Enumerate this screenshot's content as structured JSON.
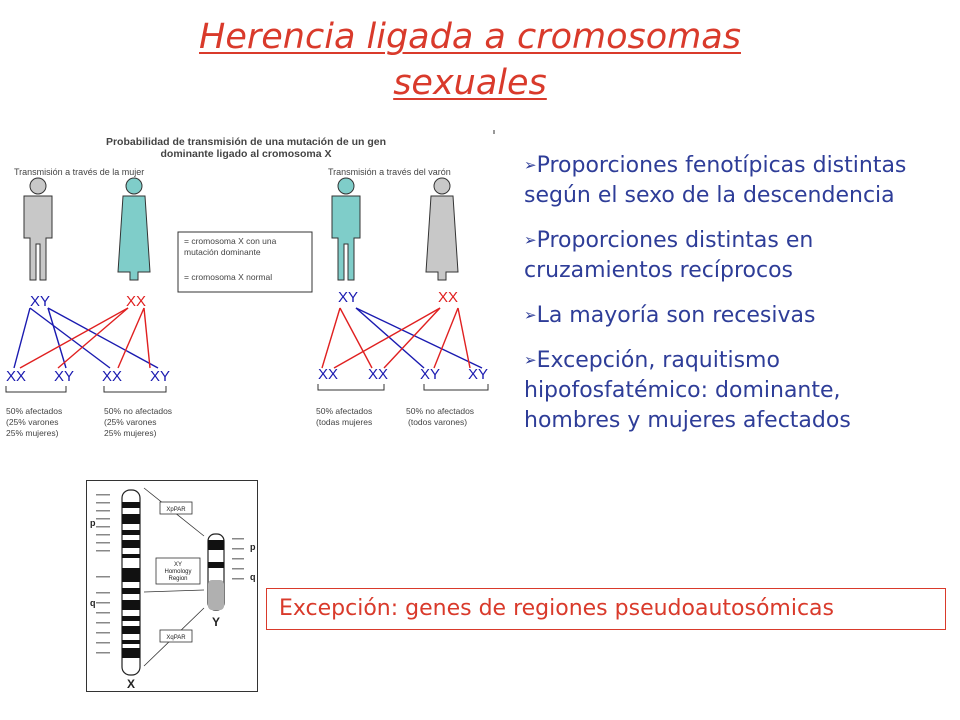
{
  "slide": {
    "title_line1": "Herencia ligada a cromosomas",
    "title_line2": "sexuales",
    "bullet_glyph": "➢",
    "bullets": [
      "Proporciones fenotípicas distintas según el sexo de la descendencia",
      "Proporciones distintas en cruzamientos recíprocos",
      "La mayoría son recesivas",
      "Excepción, raquitismo hipofosfatémico: dominante, hombres y mujeres afectados"
    ],
    "exception_box": "Excepción: genes de regiones pseudoautosómicas"
  },
  "diagram": {
    "heading_line1": "Probabilidad de transmisión de una mutación de un gen",
    "heading_line2": "dominante ligado al cromosoma X",
    "left_caption": "Transmisión a través de la mujer",
    "right_caption": "Transmisión a través del varón",
    "legend": {
      "mutated_line1": "= cromosoma X con una",
      "mutated_line2": "mutación dominante",
      "normal": "= cromosoma X normal"
    },
    "left_parent_male": "XY",
    "left_parent_female": "XX",
    "right_parent_male": "XY",
    "right_parent_female": "XX",
    "left_offspring": [
      "XX",
      "XY",
      "XX",
      "XY"
    ],
    "right_offspring": [
      "XX",
      "XX",
      "XY",
      "XY"
    ],
    "left_note1": {
      "l1": "50% afectados",
      "l2": "(25% varones",
      "l3": "25% mujeres)"
    },
    "left_note2": {
      "l1": "50% no afectados",
      "l2": "(25% varones",
      "l3": "25% mujeres)"
    },
    "right_note1": {
      "l1": "50% afectados",
      "l2": "(todas mujeres"
    },
    "right_note2": {
      "l1": "50% no afectados",
      "l2": "(todos varones)"
    }
  },
  "chromosome_figure": {
    "label_p_left": "p",
    "label_q_left": "q",
    "label_p_right": "p",
    "label_q_right": "q",
    "label_x": "X",
    "label_y": "Y",
    "box_top": "XpPAR",
    "box_mid_line1": "XY",
    "box_mid_line2": "Homology",
    "box_mid_line3": "Region",
    "box_bottom": "XqPAR"
  },
  "colors": {
    "title": "#d93a2b",
    "bullet_text": "#2e3d98",
    "teal_figure": "#7fcdc9",
    "grey_figure": "#c8c8c8",
    "red_line": "#e02020",
    "blue_line": "#1a1ab0"
  }
}
